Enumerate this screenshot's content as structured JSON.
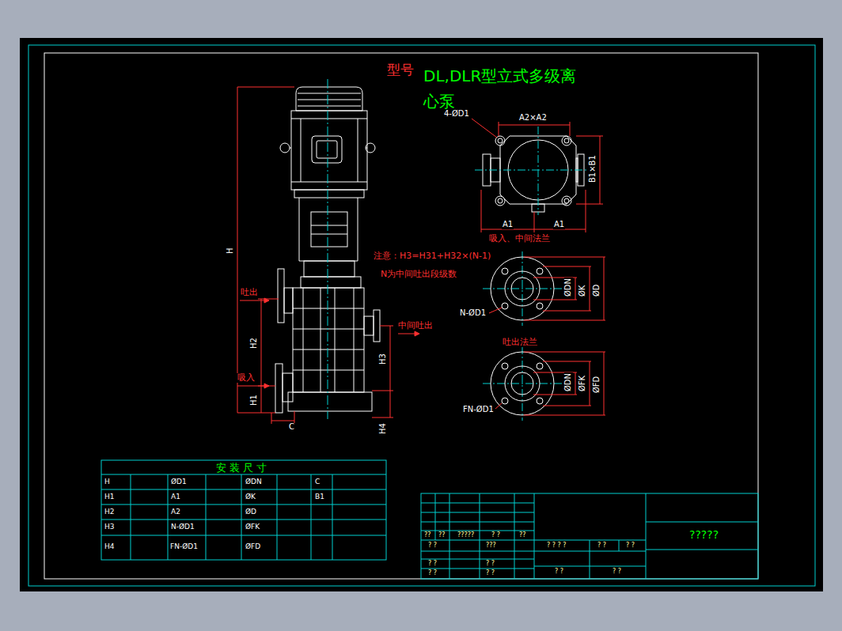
{
  "diagram": {
    "title": "DL,DLR型立式多级离心泵",
    "labels": [
      "型号",
      "4-ØD1",
      "A2×A2",
      "B1×B1",
      "A1",
      "A1",
      "吸入、中间法兰",
      "注意：H3=H31+H32×(N-1)",
      "N为中间吐出段级数",
      "ØDN",
      "ØK",
      "ØD",
      "N-ØD1",
      "吐出法兰",
      "ØDN",
      "ØFK",
      "ØFD",
      "FN-ØD1",
      "H",
      "吐出",
      "H2",
      "中间吐出",
      "H3",
      "吸入",
      "H1",
      "C",
      "H4",
      "安 装 尺 寸",
      "H",
      "ØD1",
      "ØDN",
      "C",
      "H1",
      "A1",
      "ØK",
      "B1",
      "H2",
      "A2",
      "ØD",
      "H3",
      "N-ØD1",
      "ØFK",
      "H4",
      "FN-ØD1",
      "ØFD",
      "??",
      "??",
      "?????",
      "? ?",
      "??",
      "? ?",
      "???",
      "? ? ? ?",
      "? ?",
      "? ?",
      "? ?",
      "? ?",
      "? ?",
      "? ?",
      "? ?",
      "? ?",
      "?????"
    ]
  }
}
